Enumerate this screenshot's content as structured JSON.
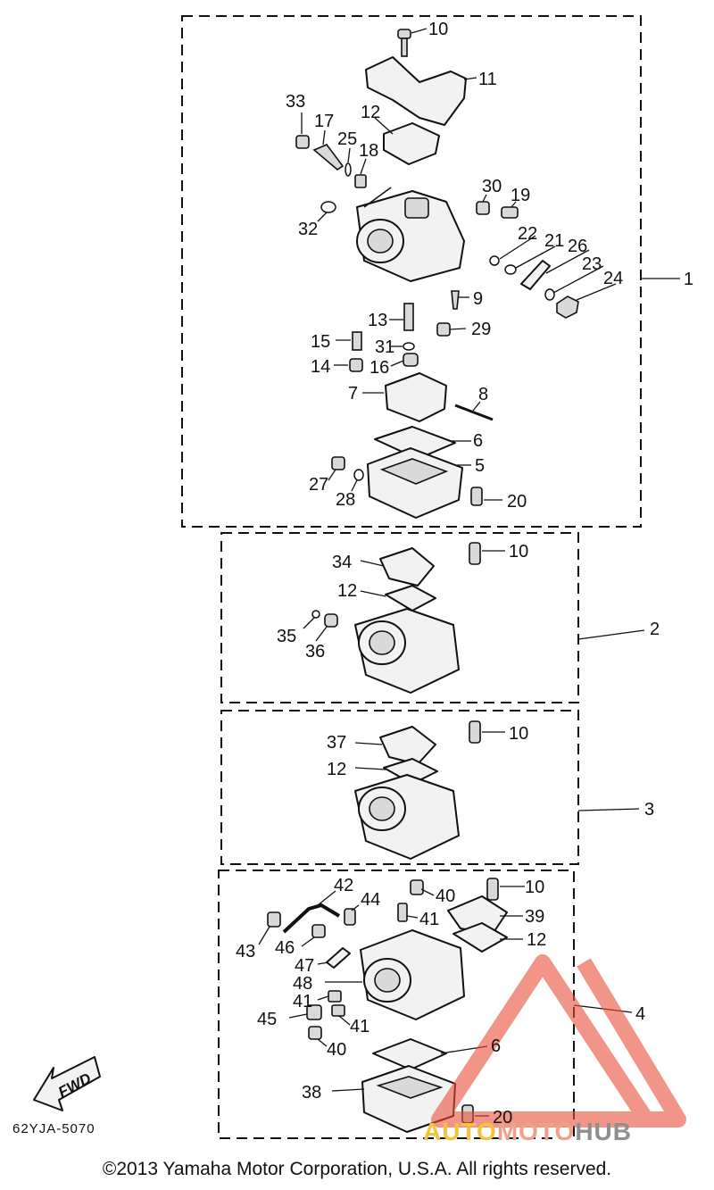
{
  "diagram_code": "62YJA-5070",
  "copyright": "©2013 Yamaha Motor Corporation, U.S.A. All rights reserved.",
  "fwd_label": "FWD",
  "watermark": {
    "part1": "AUTO",
    "part2": "MOTO",
    "part3": "HUB"
  },
  "colors": {
    "line": "#111111",
    "watermark_red": "#e8503a",
    "watermark_yellow": "#f6c23d",
    "watermark_gray": "#8f8f8f"
  },
  "groups": [
    {
      "label": "1",
      "parts": [
        "10",
        "11",
        "12",
        "33",
        "17",
        "25",
        "18",
        "30",
        "19",
        "32",
        "22",
        "21",
        "26",
        "23",
        "24",
        "9",
        "13",
        "29",
        "15",
        "31",
        "14",
        "16",
        "7",
        "8",
        "6",
        "5",
        "27",
        "28",
        "20"
      ]
    },
    {
      "label": "2",
      "parts": [
        "10",
        "34",
        "12",
        "35",
        "36"
      ]
    },
    {
      "label": "3",
      "parts": [
        "37",
        "10",
        "12"
      ]
    },
    {
      "label": "4",
      "parts": [
        "42",
        "44",
        "40",
        "10",
        "41",
        "39",
        "12",
        "43",
        "46",
        "47",
        "48",
        "41",
        "45",
        "41",
        "40",
        "6",
        "38",
        "20"
      ]
    }
  ]
}
